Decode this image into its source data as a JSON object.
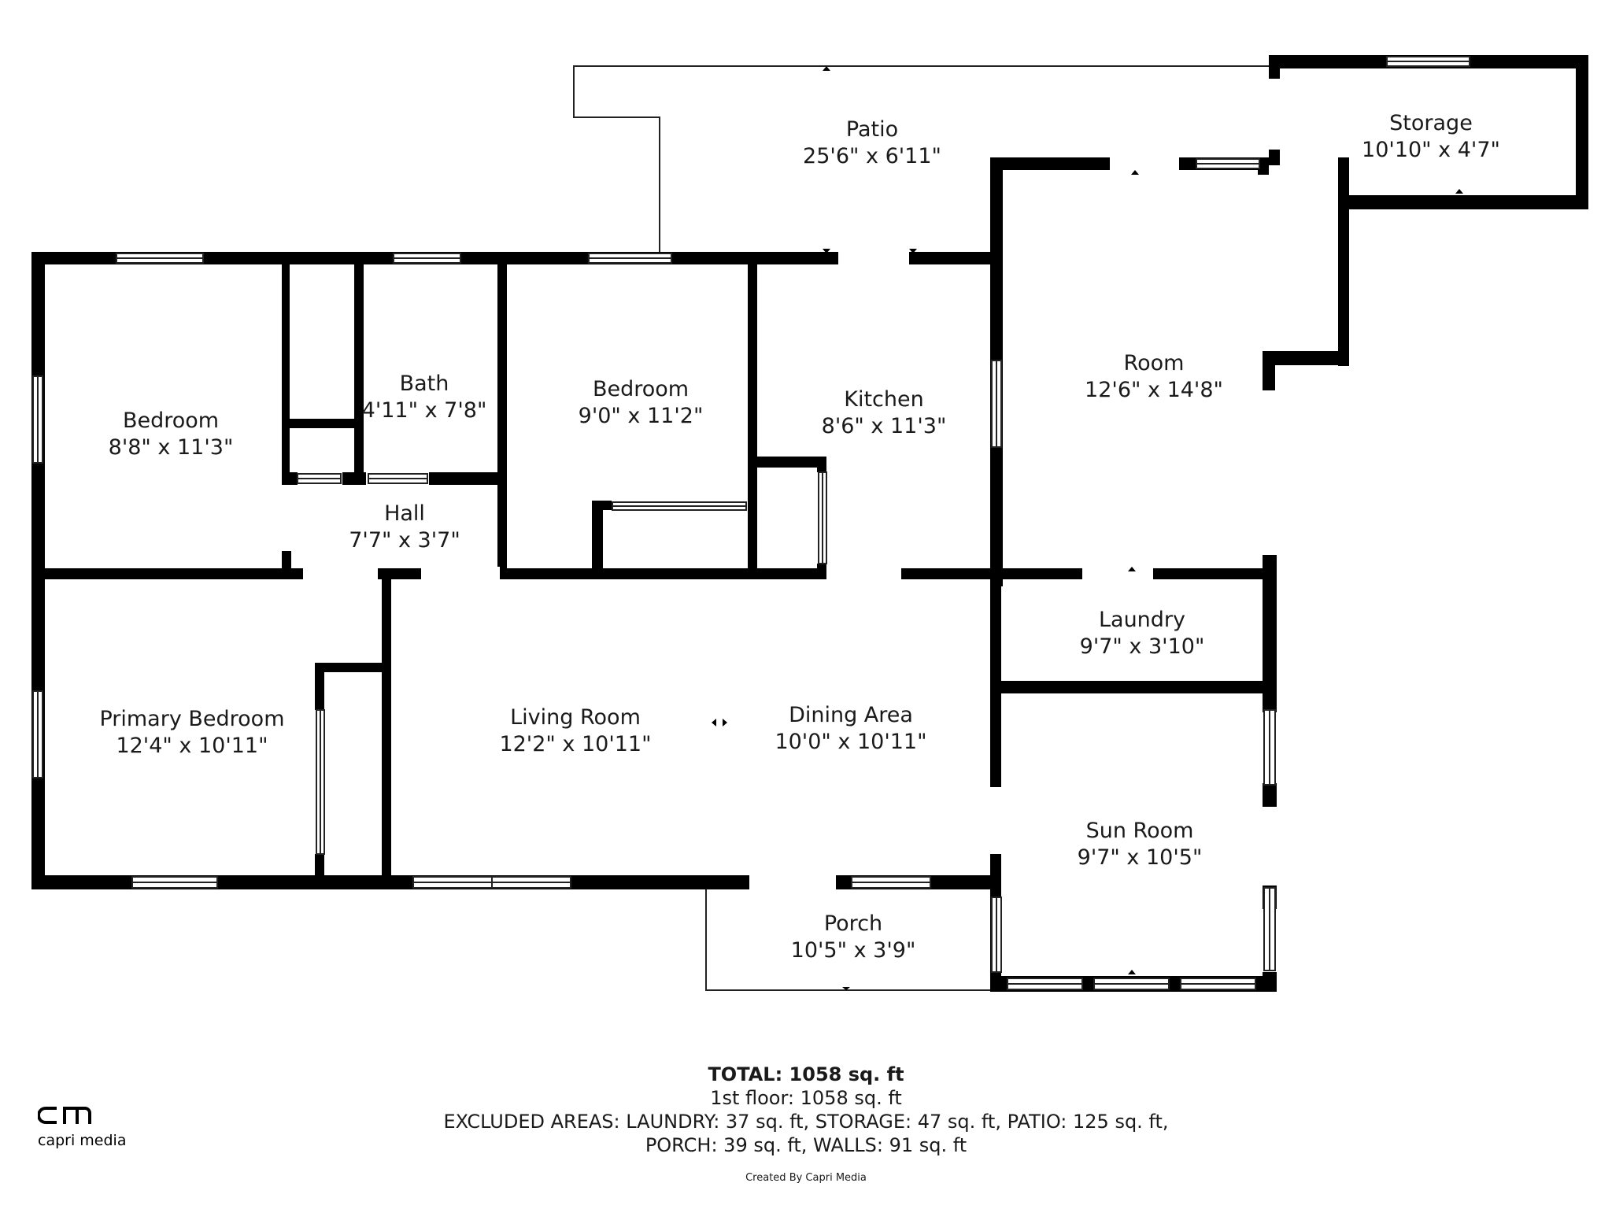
{
  "rooms": {
    "patio": {
      "name": "Patio",
      "dims": "25'6\" x 6'11\""
    },
    "storage": {
      "name": "Storage",
      "dims": "10'10\" x 4'7\""
    },
    "bedroom_left": {
      "name": "Bedroom",
      "dims": "8'8\" x 11'3\""
    },
    "bath": {
      "name": "Bath",
      "dims": "4'11\" x 7'8\""
    },
    "bedroom_mid": {
      "name": "Bedroom",
      "dims": "9'0\" x 11'2\""
    },
    "kitchen": {
      "name": "Kitchen",
      "dims": "8'6\" x 11'3\""
    },
    "room": {
      "name": "Room",
      "dims": "12'6\" x 14'8\""
    },
    "hall": {
      "name": "Hall",
      "dims": "7'7\" x 3'7\""
    },
    "laundry": {
      "name": "Laundry",
      "dims": "9'7\" x 3'10\""
    },
    "primary_bedroom": {
      "name": "Primary Bedroom",
      "dims": "12'4\" x 10'11\""
    },
    "living_room": {
      "name": "Living Room",
      "dims": "12'2\" x 10'11\""
    },
    "dining_area": {
      "name": "Dining Area",
      "dims": "10'0\" x 10'11\""
    },
    "sun_room": {
      "name": "Sun Room",
      "dims": "9'7\" x 10'5\""
    },
    "porch": {
      "name": "Porch",
      "dims": "10'5\" x 3'9\""
    }
  },
  "summary": {
    "total": "TOTAL: 1058 sq. ft",
    "floor": "1st floor: 1058 sq. ft",
    "excluded_line1": "EXCLUDED AREAS: LAUNDRY: 37 sq. ft, STORAGE: 47 sq. ft, PATIO: 125 sq. ft,",
    "excluded_line2": "PORCH: 39 sq. ft, WALLS: 91 sq. ft",
    "credit": "Created By Capri Media"
  },
  "logo": {
    "mark": "CM",
    "name": "capri media"
  },
  "colors": {
    "walls": "#000000",
    "background": "#ffffff",
    "text": "#1a1a1a"
  }
}
